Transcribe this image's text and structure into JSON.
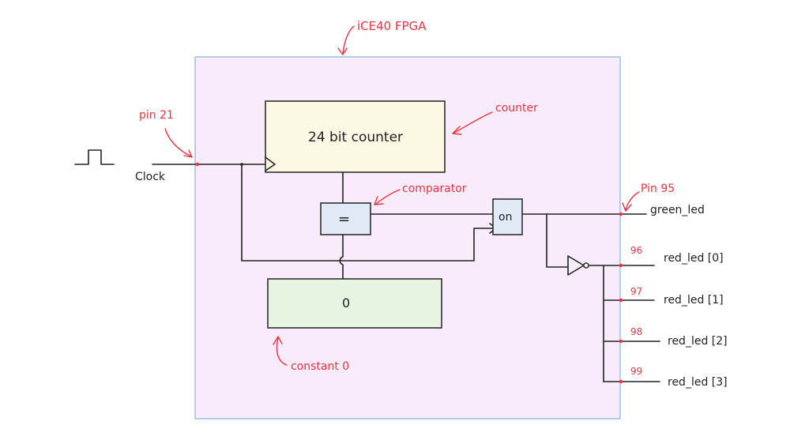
{
  "title": "iCE40 FPGA",
  "annotations": {
    "counter": "counter",
    "comparator": "comparator",
    "constant": "constant 0",
    "pin_clock": "pin 21",
    "pin_green": "Pin 95"
  },
  "blocks": {
    "counter": "24 bit counter",
    "comparator": "=",
    "constant": "0",
    "on": "on"
  },
  "signals": {
    "clock": "Clock"
  },
  "outputs": [
    {
      "pin": "",
      "label": "green_led"
    },
    {
      "pin": "96",
      "label": "red_led [0]"
    },
    {
      "pin": "97",
      "label": "red_led [1]"
    },
    {
      "pin": "98",
      "label": "red_led [2]"
    },
    {
      "pin": "99",
      "label": "red_led [3]"
    }
  ],
  "colors": {
    "fpga_fill": "#f8ecfb",
    "fpga_border": "#9bbfe3",
    "counter_fill": "#fbf8e4",
    "comparator_fill": "#e1ebf8",
    "constant_fill": "#e6f4e1",
    "annotation": "#e8323c"
  }
}
